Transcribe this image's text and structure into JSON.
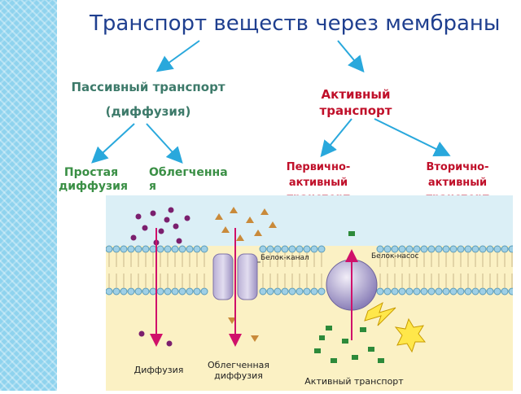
{
  "title": "Транспорт веществ через мембраны",
  "passive": {
    "line1": "Пассивный транспорт",
    "line2": "(диффузия)"
  },
  "active": {
    "label": "Активный транспорт"
  },
  "simple": {
    "label": "Простая диффузия"
  },
  "facilitated": {
    "label": "Облегченная"
  },
  "primary": {
    "label": "Первично-активный транспорт"
  },
  "secondary": {
    "label": "Вторично-активный транспорт"
  },
  "colors": {
    "title": "#1f3f8f",
    "passive": "#3d7a6a",
    "active": "#c0102a",
    "subtype": "#3a8f45",
    "arrow": "#29a8dc"
  },
  "figure": {
    "channel_label": "Белок-канал",
    "pump_label": "Белок-насос",
    "diffusion_label": "Диффузия",
    "facilitated_label": "Облегченная диффузия",
    "active_label": "Активный транспорт"
  }
}
